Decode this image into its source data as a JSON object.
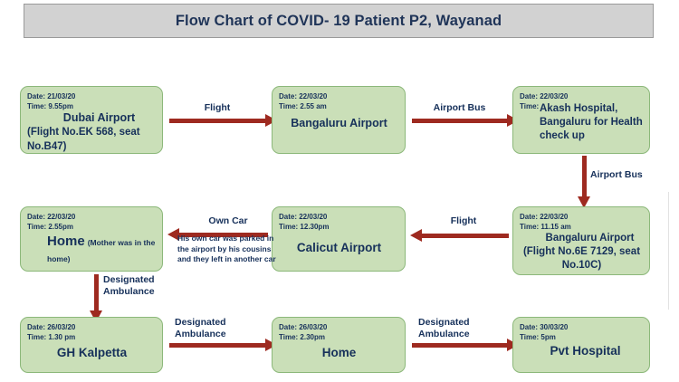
{
  "header": {
    "title": "Flow Chart of COVID- 19 Patient P2, Wayanad"
  },
  "nodes": [
    {
      "id": "dubai-airport",
      "date": "Date: 21/03/20",
      "time": "Time: 9.55pm",
      "title": "Dubai Airport",
      "detail": "(Flight No.EK 568, seat No.B47)"
    },
    {
      "id": "bangaluru-airport-arrival",
      "date": "Date: 22/03/20",
      "time": "Time: 2.55 am",
      "title": "Bangaluru Airport",
      "detail": ""
    },
    {
      "id": "akash-hospital",
      "date": "Date: 22/03/20",
      "time": "Time:",
      "title": "Akash Hospital, Bangaluru for Health check up",
      "detail": ""
    },
    {
      "id": "bangaluru-airport-departure",
      "date": "Date: 22/03/20",
      "time": "Time: 11.15 am",
      "title": "Bangaluru Airport",
      "detail": "(Flight No.6E 7129, seat No.10C)"
    },
    {
      "id": "calicut-airport",
      "date": "Date: 22/03/20",
      "time": "Time: 12.30pm",
      "title": "Calicut Airport",
      "detail": ""
    },
    {
      "id": "home-first",
      "date": "Date: 22/03/20",
      "time": "Time: 2.55pm",
      "title": "Home",
      "detail": "(Mother was in the home)"
    },
    {
      "id": "gh-kalpetta",
      "date": "Date: 26/03/20",
      "time": "Time: 1.30 pm",
      "title": "GH Kalpetta",
      "detail": ""
    },
    {
      "id": "home-second",
      "date": "Date: 26/03/20",
      "time": "Time: 2.30pm",
      "title": "Home",
      "detail": ""
    },
    {
      "id": "pvt-hospital",
      "date": "Date: 30/03/20",
      "time": "Time: 5pm",
      "title": "Pvt Hospital",
      "detail": ""
    }
  ],
  "edges": [
    {
      "id": "dubai-to-bangaluru",
      "label": "Flight"
    },
    {
      "id": "bangaluru-to-akash",
      "label": "Airport Bus"
    },
    {
      "id": "akash-to-bangaluru-dep",
      "label": "Airport Bus"
    },
    {
      "id": "bangaluru-dep-to-calicut",
      "label": "Flight"
    },
    {
      "id": "calicut-to-home",
      "label": "Own Car"
    },
    {
      "id": "home-to-gh-kalpetta",
      "label": "Designated\nAmbulance"
    },
    {
      "id": "gh-kalpetta-to-home",
      "label": "Designated\nAmbulance"
    },
    {
      "id": "home-to-pvt-hospital",
      "label": "Designated\nAmbulance"
    }
  ],
  "annotations": {
    "own_car_note": "His own car was parked in the airport by his cousins and they left in another car"
  },
  "colors": {
    "node_fill": "#cadfb8",
    "node_border": "#8cb87a",
    "arrow": "#9e2a20",
    "text": "#16305a",
    "banner_fill": "#d2d2d2"
  }
}
